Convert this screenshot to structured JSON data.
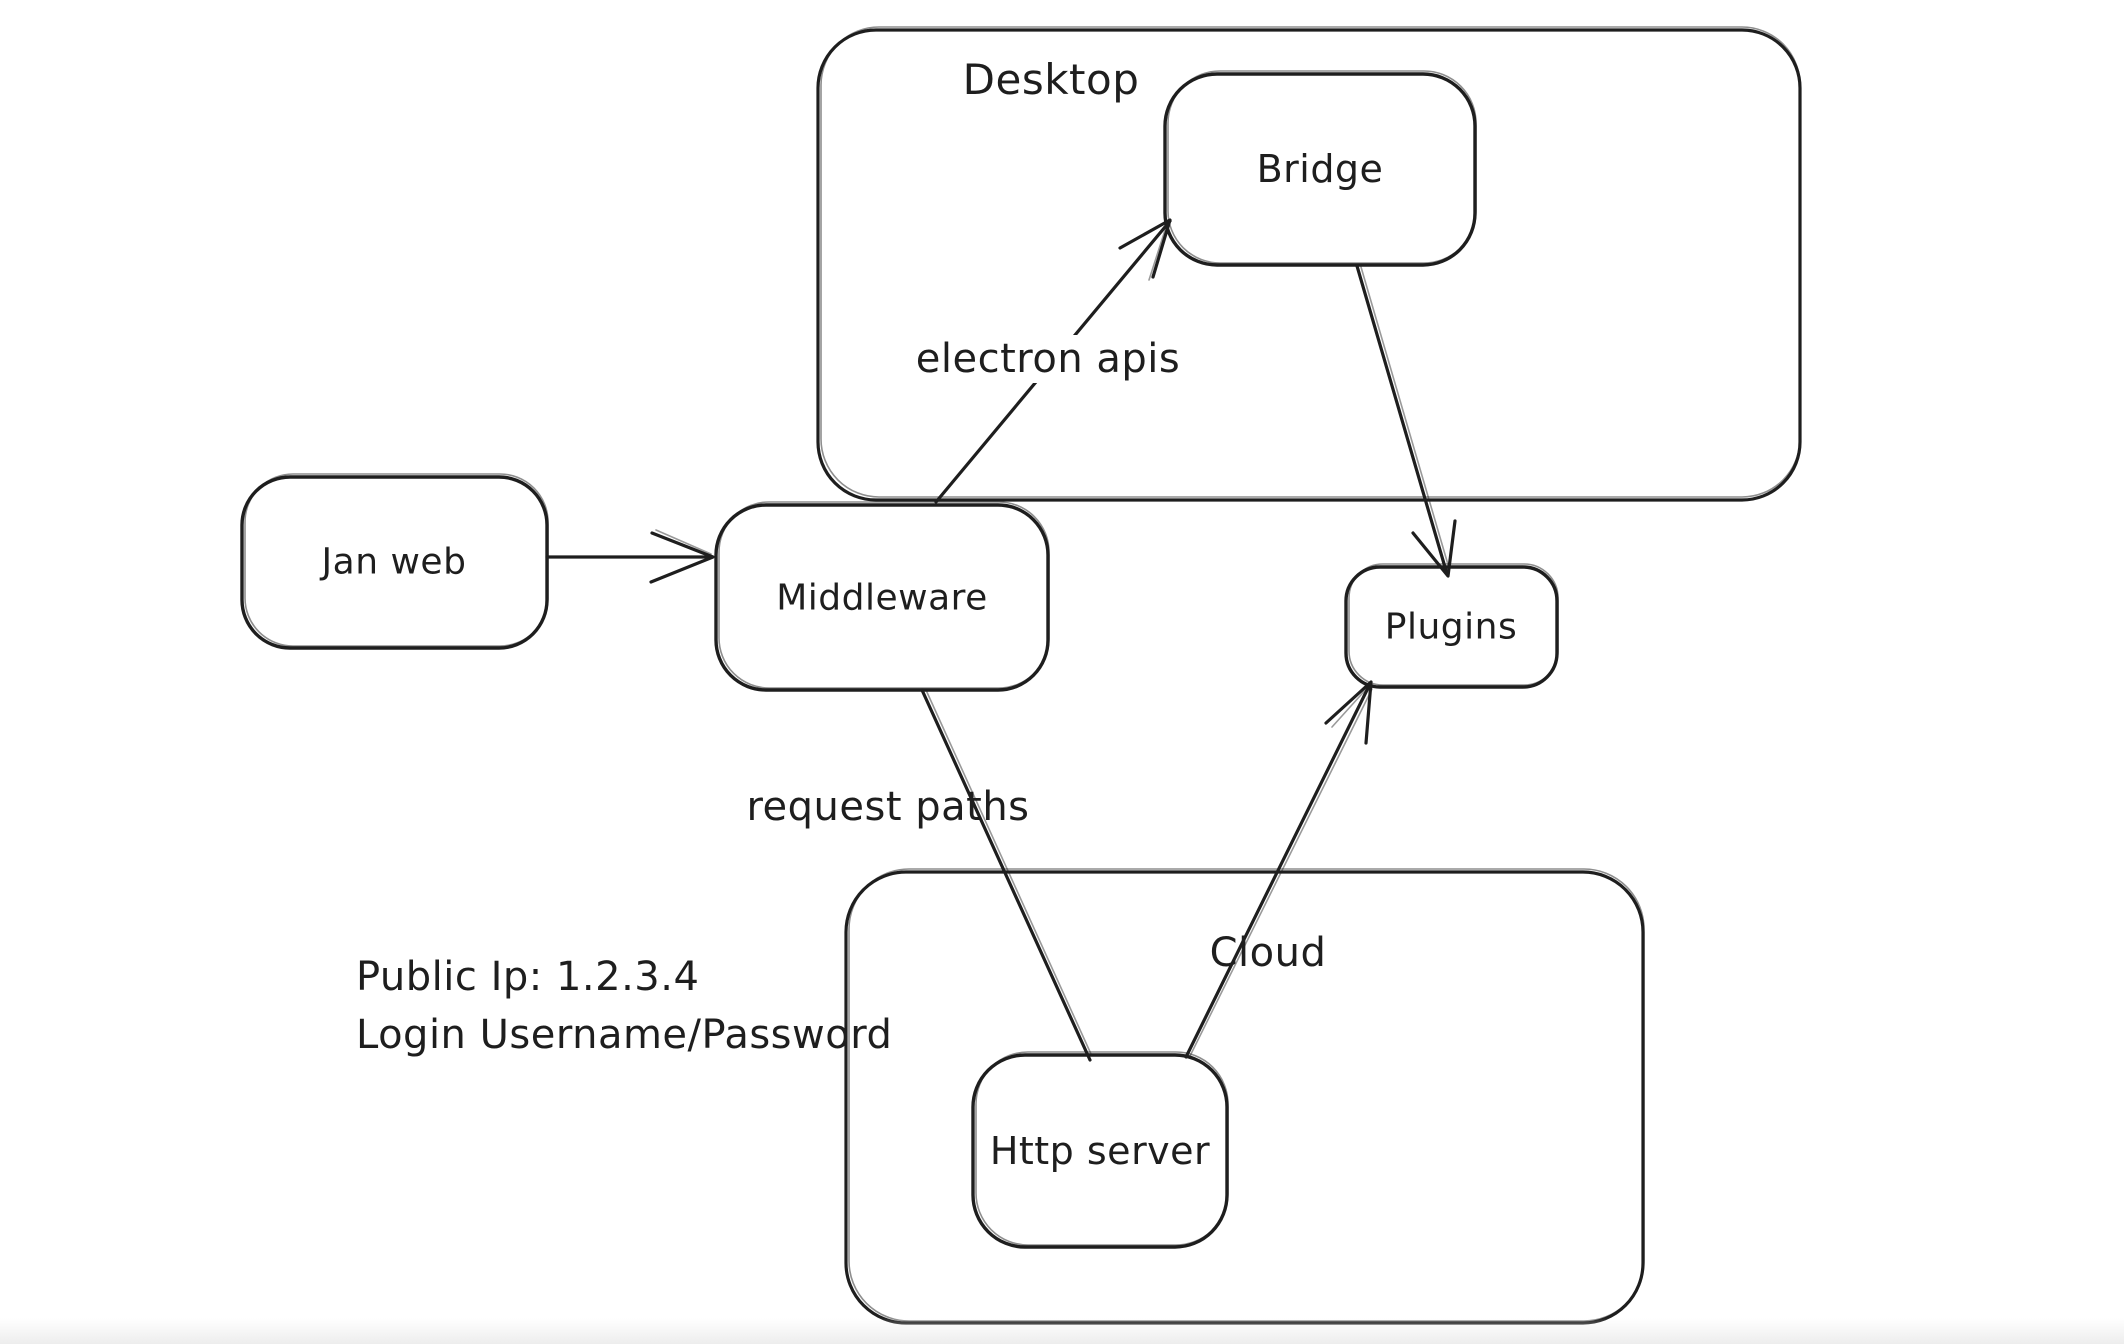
{
  "canvas": {
    "background": "#ffffff",
    "ink": "#1e1e1e"
  },
  "containers": {
    "desktop": {
      "label": "Desktop"
    },
    "cloud": {
      "label": "Cloud"
    }
  },
  "nodes": {
    "jan_web": {
      "label": "Jan web"
    },
    "middleware": {
      "label": "Middleware"
    },
    "bridge": {
      "label": "Bridge"
    },
    "plugins": {
      "label": "Plugins"
    },
    "http_server": {
      "label": "Http server"
    }
  },
  "edges": [
    {
      "from": "jan_web",
      "to": "middleware",
      "label": ""
    },
    {
      "from": "middleware",
      "to": "bridge",
      "label": "electron apis"
    },
    {
      "from": "bridge",
      "to": "plugins",
      "label": ""
    },
    {
      "from": "http_server",
      "to": "plugins",
      "label": ""
    },
    {
      "from": "middleware",
      "to": "http_server",
      "label": "request paths"
    }
  ],
  "notes": {
    "public_ip": "Public Ip: 1.2.3.4",
    "login": "Login Username/Password"
  }
}
